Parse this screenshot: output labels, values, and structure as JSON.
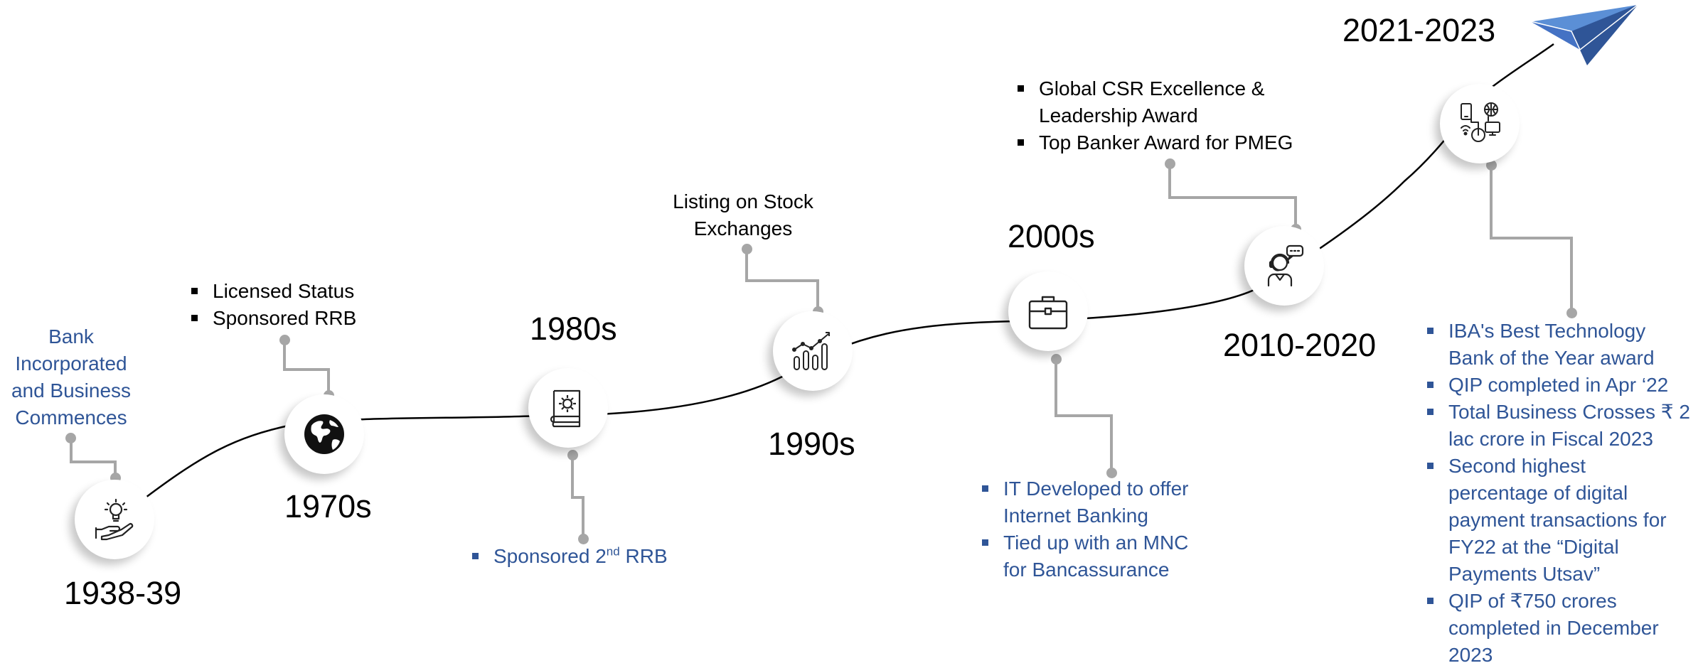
{
  "title": "",
  "milestones": [
    {
      "year": "1938-39",
      "icon": "lightbulb-hand-icon",
      "notes": [
        "Bank",
        "Incorporated",
        "and Business",
        "Commences"
      ]
    },
    {
      "year": "1970s",
      "icon": "globe-icon",
      "notes": [
        "Licensed Status",
        "Sponsored RRB"
      ]
    },
    {
      "year": "1980s",
      "icon": "book-gear-icon",
      "notes": [
        "Sponsored 2",
        "nd",
        " RRB"
      ]
    },
    {
      "year": "1990s",
      "icon": "growth-chart-icon",
      "notes": [
        "Listing on Stock",
        "Exchanges"
      ]
    },
    {
      "year": "2000s",
      "icon": "briefcase-icon",
      "notes": [
        "IT Developed to offer",
        "Internet Banking",
        "Tied up with an MNC",
        "for Bancassurance"
      ]
    },
    {
      "year": "2010-2020",
      "icon": "customer-support-icon",
      "notes": [
        "Global CSR Excellence &",
        "Leadership Award",
        "Top Banker Award for PMEG"
      ]
    },
    {
      "year": "2021-2023",
      "icon": "digital-devices-icon",
      "notes": [
        "IBA's Best Technology",
        "Bank of the Year award",
        "QIP completed in Apr ‘22",
        "Total Business Crosses ₹ 2",
        "lac crore in Fiscal 2023",
        "Second highest",
        "percentage of digital",
        "payment transactions for",
        "FY22 at the “Digital",
        "Payments Utsav”",
        "QIP of ₹750 crores",
        "completed in December",
        "2023"
      ]
    }
  ],
  "decoration": {
    "end_icon": "paper-plane-icon"
  },
  "colors": {
    "text_blue": "#2f5597",
    "connector_gray": "#a6a6a6",
    "curve": "#000000",
    "plane": "#4472c4"
  }
}
